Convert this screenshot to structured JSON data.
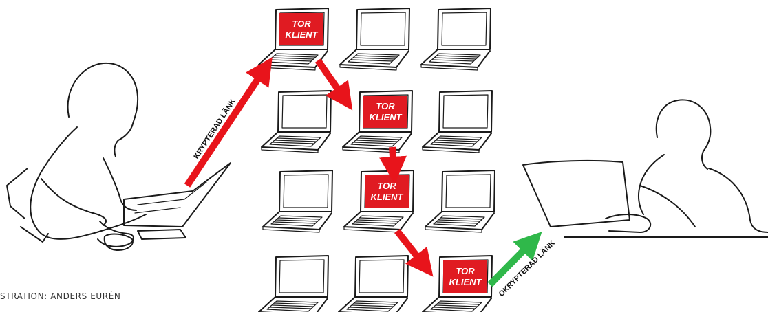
{
  "colors": {
    "tor_red": "#e01b22",
    "encrypted_arrow": "#e8141b",
    "unencrypted_arrow": "#2fb84a",
    "line": "#1a1a1a"
  },
  "nodes": [
    {
      "col": 0,
      "row": 0,
      "tor": true
    },
    {
      "col": 1,
      "row": 0,
      "tor": false
    },
    {
      "col": 2,
      "row": 0,
      "tor": false
    },
    {
      "col": 0,
      "row": 1,
      "tor": false
    },
    {
      "col": 1,
      "row": 1,
      "tor": true
    },
    {
      "col": 2,
      "row": 1,
      "tor": false
    },
    {
      "col": 0,
      "row": 2,
      "tor": false
    },
    {
      "col": 1,
      "row": 2,
      "tor": true
    },
    {
      "col": 2,
      "row": 2,
      "tor": false
    },
    {
      "col": 0,
      "row": 3,
      "tor": false
    },
    {
      "col": 1,
      "row": 3,
      "tor": false
    },
    {
      "col": 2,
      "row": 3,
      "tor": true
    }
  ],
  "tor_label": {
    "line1": "TOR",
    "line2": "KLIENT"
  },
  "links": {
    "encrypted": "KRYPTERAD LÄNK",
    "unencrypted": "OKRYPTERAD LÄNK"
  },
  "credit": "STRATION: ANDERS EURÉN"
}
